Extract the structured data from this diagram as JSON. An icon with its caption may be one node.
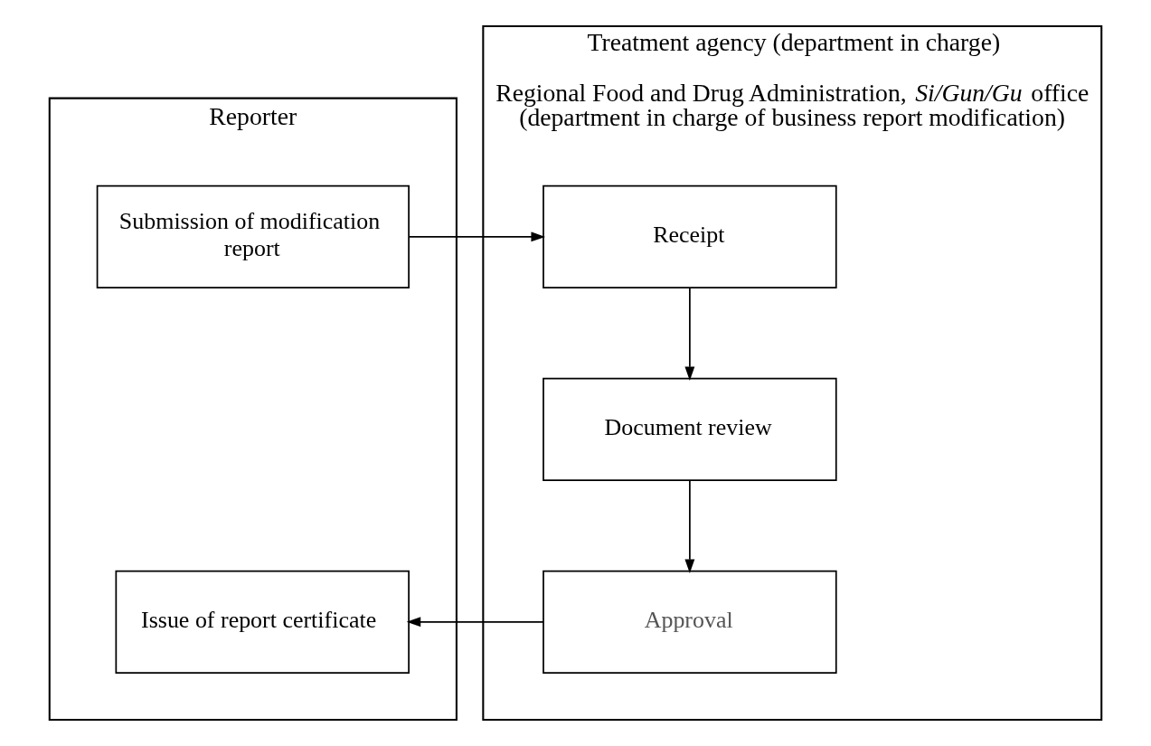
{
  "diagram": {
    "nodes": [
      {
        "text": [
          "Reporter"
        ]
      },
      {
        "text": [
          "Treatment agency (department in charge)",
          "Regional Food and Drug Administration, *Si/Gun/Gu* office (department in charge of business report modification)"
        ]
      },
      {
        "text": [
          "Submission of modification report"
        ],
        "in": 0
      },
      {
        "text": [
          "Receipt"
        ],
        "in": 1
      },
      {
        "text": [
          "Document review"
        ],
        "in": 1
      },
      {
        "text": [
          "Issue of report certificate"
        ],
        "in": 0
      },
      {
        "text": [
          "Approval"
        ],
        "in": 1
      }
    ],
    "edges": [
      {
        "from": 2,
        "to": 3,
        "arrow": "to"
      },
      {
        "from": 3,
        "to": 4,
        "arrow": "to"
      },
      {
        "from": 4,
        "to": 6,
        "arrow": "to"
      },
      {
        "from": 6,
        "to": 5,
        "arrow": "to"
      }
    ]
  }
}
